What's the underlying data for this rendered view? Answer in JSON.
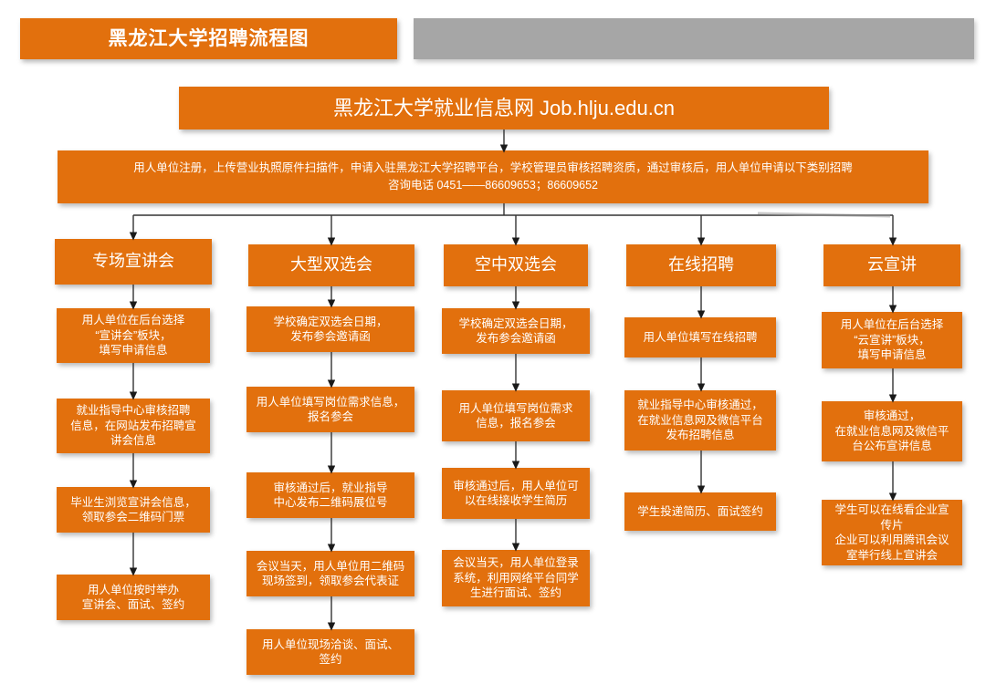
{
  "header": {
    "title": "黑龙江大学招聘流程图",
    "accent_color": "#E2700D",
    "gray_color": "#A6A6A6"
  },
  "top_chain": {
    "site_banner": "黑龙江大学就业信息网 Job.hlju.edu.cn",
    "register_line_1": "用人单位注册，上传营业执照原件扫描件，申请入驻黑龙江大学招聘平台，学校管理员审核招聘资质，通过审核后，用人单位申请以下类别招聘",
    "register_line_2": "咨询电话 0451——86609653；86609652"
  },
  "columns": [
    {
      "head": "专场宣讲会",
      "steps": [
        "用人单位在后台选择\n“宣讲会”板块，\n填写申请信息",
        "就业指导中心审核招聘\n信息，在网站发布招聘宣\n讲会信息",
        "毕业生浏览宣讲会信息，\n领取参会二维码门票",
        "用人单位按时举办\n宣讲会、面试、签约"
      ]
    },
    {
      "head": "大型双选会",
      "steps": [
        "学校确定双选会日期，\n发布参会邀请函",
        "用人单位填写岗位需求信息，\n报名参会",
        "审核通过后，就业指导\n中心发布二维码展位号",
        "会议当天，用人单位用二维码\n现场签到，领取参会代表证",
        "用人单位现场洽谈、面试、\n签约"
      ]
    },
    {
      "head": "空中双选会",
      "steps": [
        "学校确定双选会日期，\n发布参会邀请函",
        "用人单位填写岗位需求\n信息，报名参会",
        "审核通过后，用人单位可\n以在线接收学生简历",
        "会议当天，用人单位登录\n系统，利用网络平台同学\n生进行面试、签约"
      ]
    },
    {
      "head": "在线招聘",
      "steps": [
        "用人单位填写在线招聘",
        "就业指导中心审核通过，\n在就业信息网及微信平台\n发布招聘信息",
        "学生投递简历、面试签约"
      ]
    },
    {
      "head": "云宣讲",
      "steps": [
        "用人单位在后台选择\n“云宣讲”板块，\n填写申请信息",
        "审核通过，\n在就业信息网及微信平\n台公布宣讲信息",
        "学生可以在线看企业宣\n传片\n企业可以利用腾讯会议\n室举行线上宣讲会"
      ]
    }
  ]
}
